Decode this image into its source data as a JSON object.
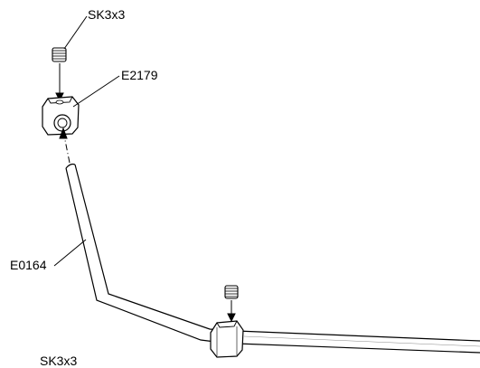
{
  "labels": {
    "set_screw_top": "SK3x3",
    "end_cap": "E2179",
    "rod": "E0164",
    "set_screw_bottom_partial": "SK3x3"
  },
  "colors": {
    "line": "#000000",
    "fill": "#ffffff",
    "shade": "#cfcfcf"
  }
}
